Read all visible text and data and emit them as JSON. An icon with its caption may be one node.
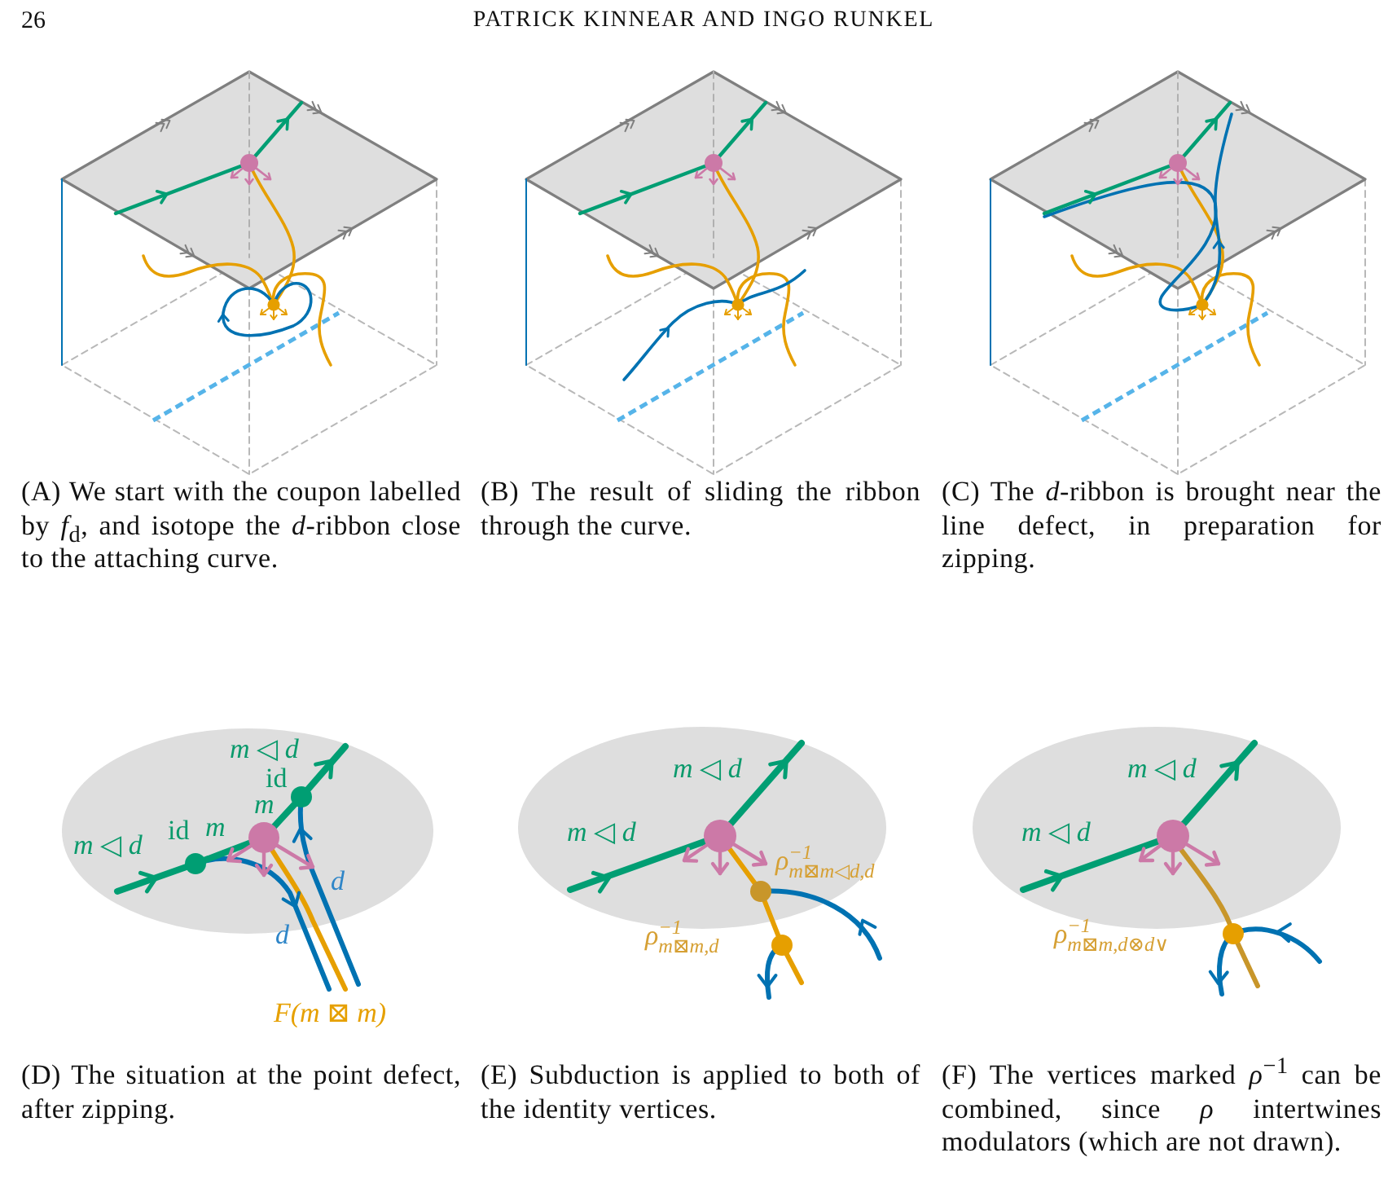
{
  "diagram": {
    "labels": [
      "26",
      "PATRICK KINNEAR AND INGO RUNKEL",
      "(A) We start with the coupon labelled by *f*$_{d}$, and isotope the *d*-ribbon close to the attaching curve.",
      "(B) The result of sliding the ribbon through the curve.",
      "(C) The *d*-ribbon is brought near the line defect, in preparation for zipping.",
      "m ◁ d",
      "id",
      "m",
      "m ◁ d",
      "id",
      "m",
      "d",
      "d",
      "F(m ⊠ m)",
      "m ◁ d",
      "m ◁ d",
      "ρ$^{−1}$$_{m⊠m◁d,d}$",
      "ρ$^{−1}$$_{m⊠m,d}$",
      "m ◁ d",
      "m ◁ d",
      "ρ$^{−1}$$_{m⊠m,d⊗d∨}$",
      "(D) The situation at the point defect, after zipping.",
      "(E) Subduction is applied to both of the identity vertices.",
      "(F) The vertices marked *ρ*$^{−1}$ can be combined, since *ρ* intertwines modulators (which are not drawn)."
    ]
  }
}
